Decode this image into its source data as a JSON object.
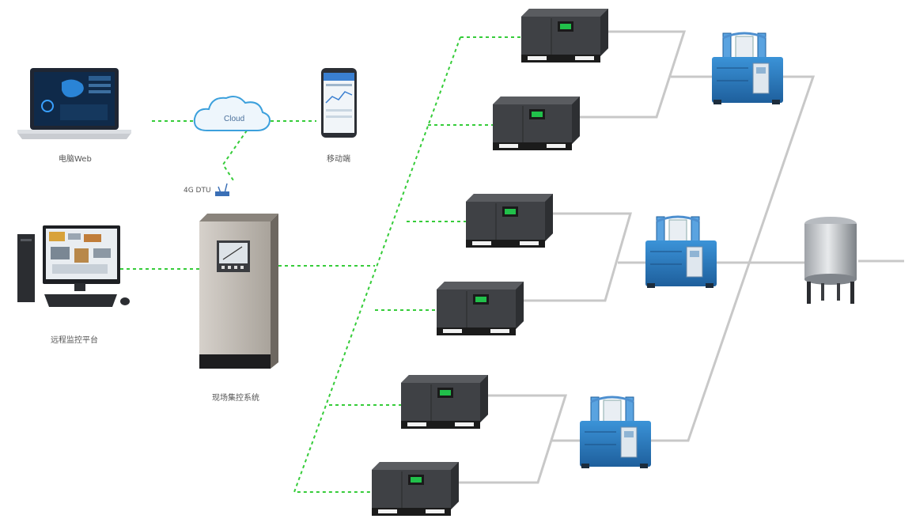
{
  "labels": {
    "web_terminal": "电脑Web",
    "mobile_terminal": "移动端",
    "cloud": "Cloud",
    "dtu": "4G DTU",
    "remote_platform": "远程监控平台",
    "control_cabinet": "现场集控系统"
  },
  "colors": {
    "link_dashed": "#36cc3a",
    "pipe": "#c8c8c8",
    "compressor_body": "#4a4c50",
    "dryer_body": "#2f7fc4",
    "cabinet_body": "#b9b3ac"
  },
  "icons": {
    "cloud": "cloud-icon",
    "laptop": "laptop-icon",
    "phone": "phone-icon",
    "desktop": "desktop-icon",
    "router": "router-icon",
    "cabinet": "control-cabinet-icon",
    "compressor": "air-compressor-icon",
    "dryer": "dryer-icon",
    "tank": "air-tank-icon"
  }
}
